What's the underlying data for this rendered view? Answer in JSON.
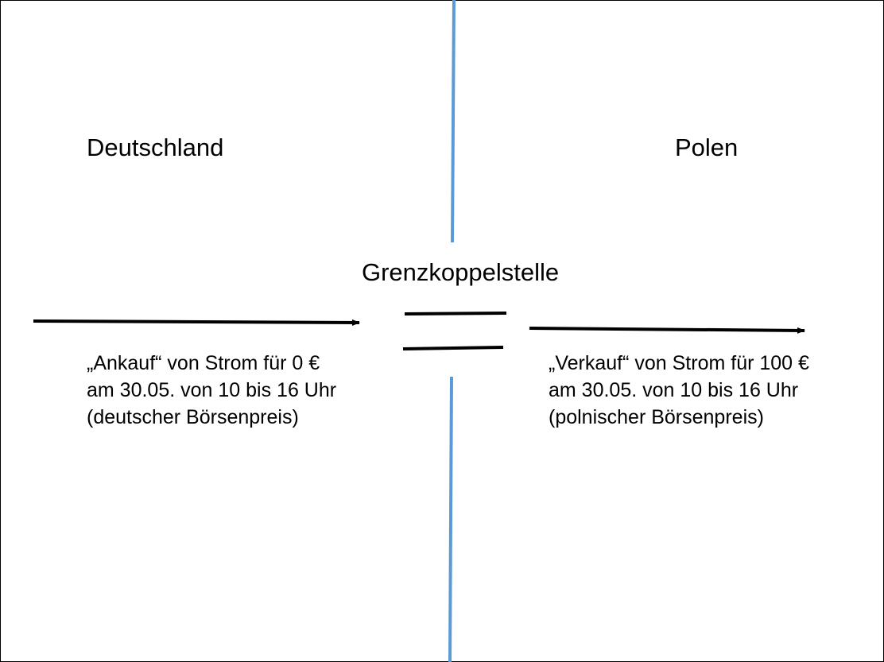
{
  "countries": {
    "left": "Deutschland",
    "right": "Polen"
  },
  "border_point": "Grenzkoppelstelle",
  "left_note": [
    "„Ankauf“ von Strom für 0 €",
    "am 30.05. von 10 bis 16 Uhr",
    "(deutscher Börsenpreis)"
  ],
  "right_note": [
    "„Verkauf“ von Strom für 100 €",
    "am 30.05. von 10 bis 16 Uhr",
    "(polnischer Börsenpreis)"
  ],
  "colors": {
    "border_line": "#5b9bd5",
    "arrows": "#000000",
    "text": "#000000",
    "background": "#ffffff"
  }
}
